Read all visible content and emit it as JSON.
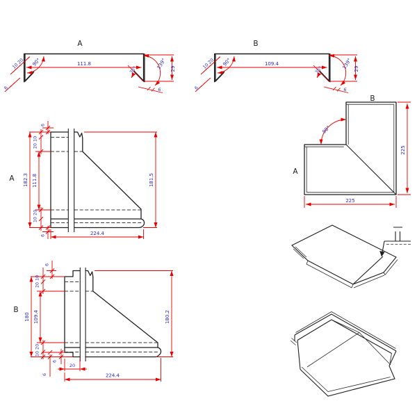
{
  "colors": {
    "dimension_red": "#e60000",
    "value_blue": "#2a2ac8",
    "drawing_black": "#1f1f1f",
    "background": "#ffffff"
  },
  "views": {
    "profile_a": {
      "title": "A",
      "top_width": "111.8",
      "corner_angle": "90°",
      "hem_angle": "139°",
      "kick_angle": "35°",
      "leg_height": "29",
      "hem_dims": "10 20",
      "edge_hem": "6"
    },
    "profile_b": {
      "title": "B",
      "top_width": "109.4",
      "corner_angle": "90°",
      "hem_angle": "139°",
      "kick_angle": "35°",
      "leg_height": "29",
      "hem_dims": "10 20",
      "edge_hem": "6"
    },
    "flat_a": {
      "title": "A",
      "overall_height": "182.3",
      "face_width": "111.8",
      "right_height": "181.5",
      "bottom_width": "224.4",
      "top_chain": "20 10",
      "bottom_chain": "10 20",
      "edge_hem": "6"
    },
    "flat_b": {
      "title": "B",
      "overall_height": "180",
      "face_width": "109.4",
      "right_height": "180.2",
      "bottom_width": "224.4",
      "top_chain": "20 10",
      "bottom_chain": "10 20",
      "edge_hem": "6",
      "tab_width": "20"
    },
    "plan": {
      "label_a": "A",
      "label_b": "B",
      "corner_angle": "90°",
      "side_width": "225",
      "bottom_width": "225"
    }
  }
}
